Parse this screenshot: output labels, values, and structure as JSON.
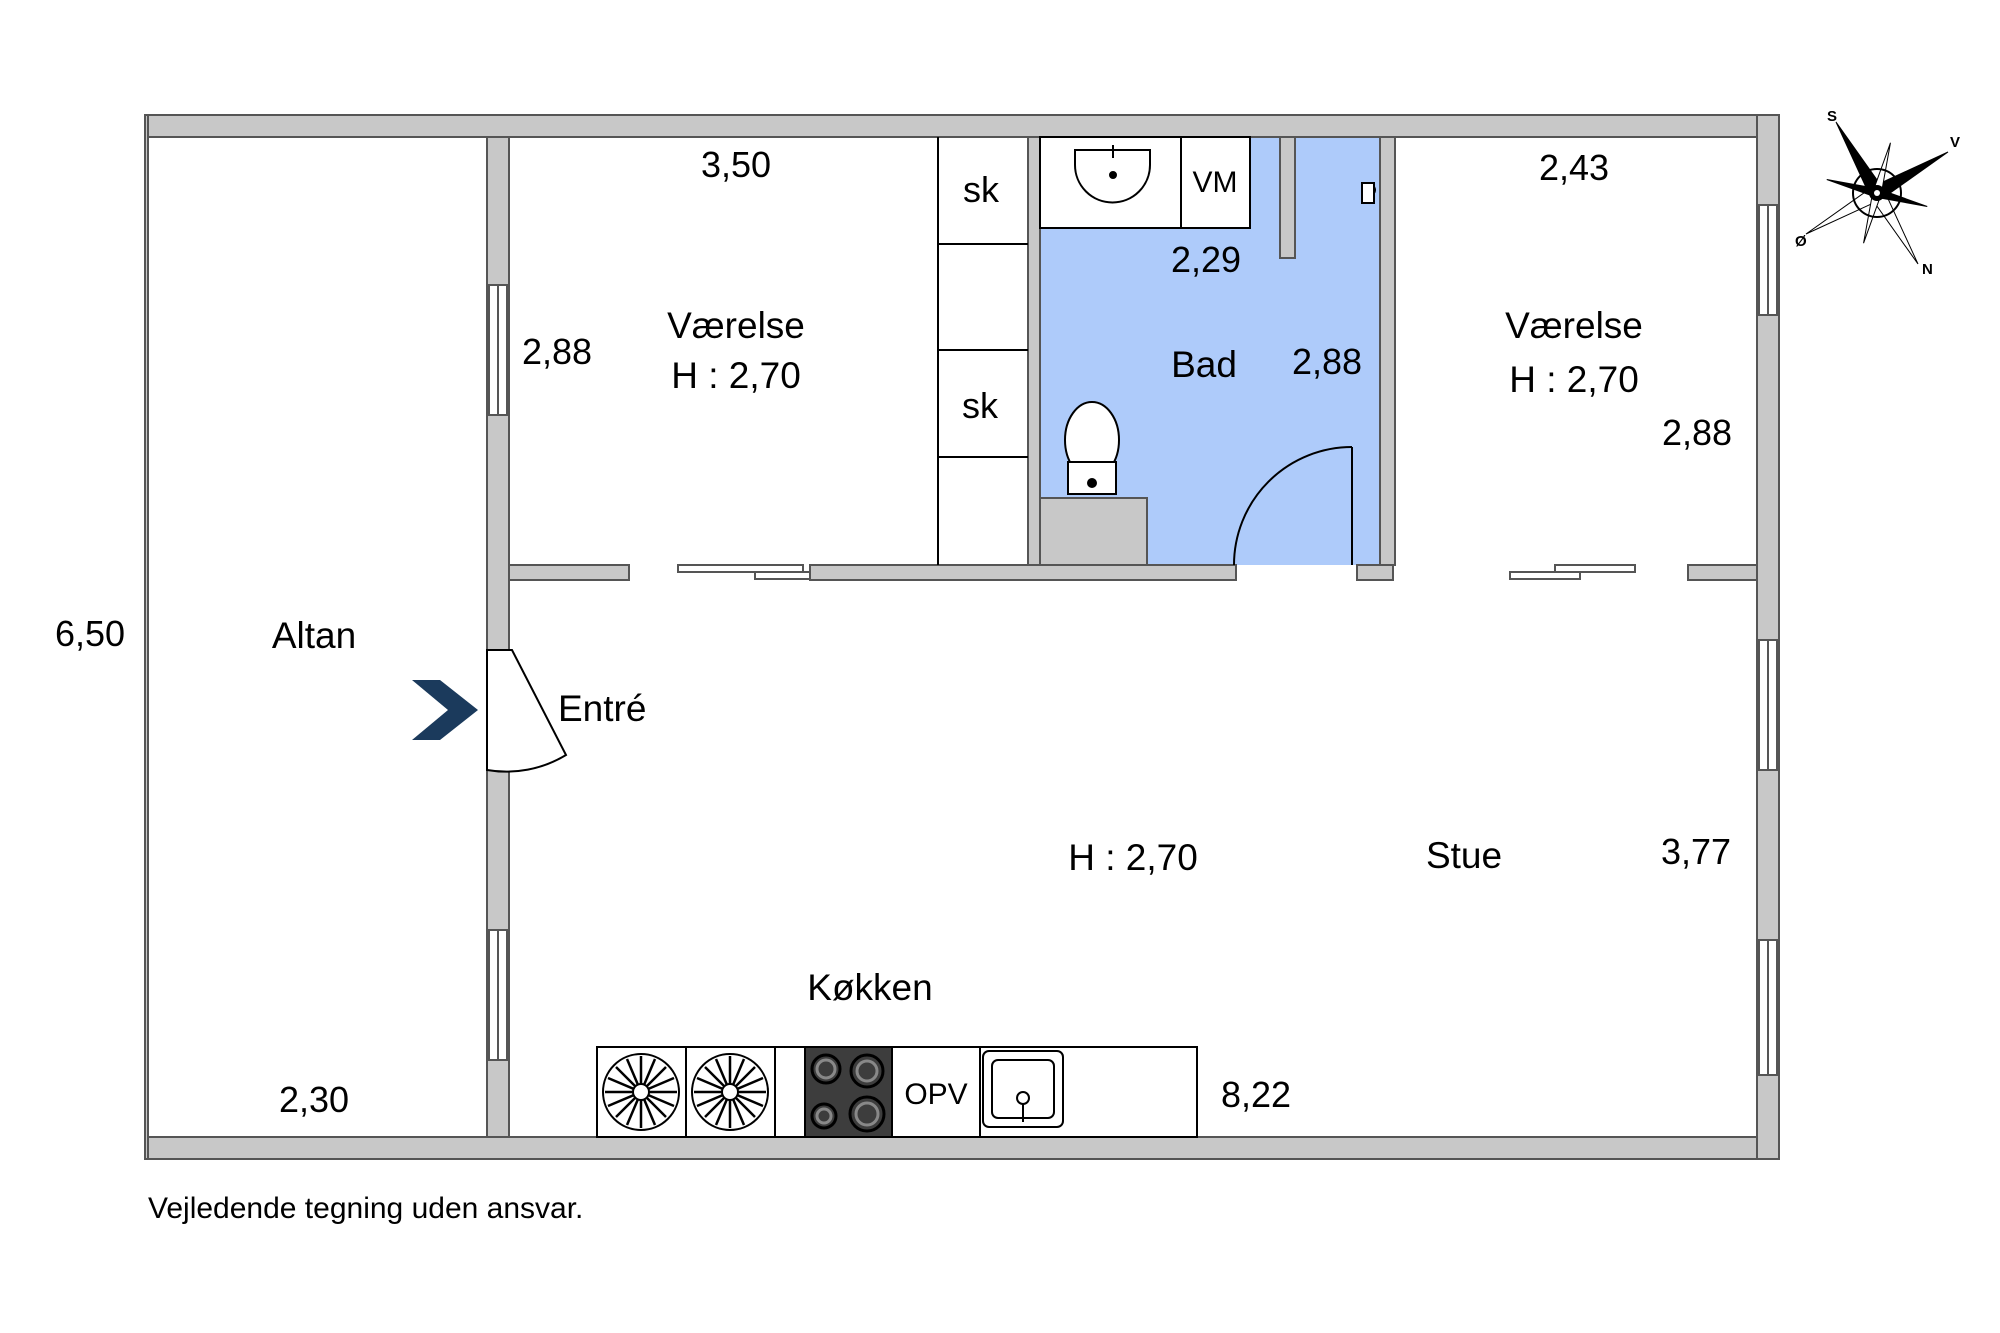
{
  "rooms": {
    "altan": "Altan",
    "vaerelse_left": "Værelse",
    "vaerelse_left_height": "H : 2,70",
    "bad": "Bad",
    "vaerelse_right": "Værelse",
    "vaerelse_right_height": "H : 2,70",
    "entre": "Entré",
    "stue": "Stue",
    "stue_height": "H : 2,70",
    "kokken": "Køkken"
  },
  "dimensions": {
    "altan_height": "6,50",
    "altan_width": "2,30",
    "vaerelse_left_width": "3,50",
    "vaerelse_left_depth": "2,88",
    "bad_width": "2,29",
    "bad_depth": "2,88",
    "vaerelse_right_width": "2,43",
    "vaerelse_right_depth": "2,88",
    "stue_depth": "3,77",
    "stue_width": "8,22"
  },
  "fixtures": {
    "closet_1": "sk",
    "closet_2": "sk",
    "washing_machine": "VM",
    "dishwasher": "OPV"
  },
  "compass": {
    "s": "S",
    "v": "V",
    "o": "Ø",
    "n": "N"
  },
  "footer": {
    "disclaimer": "Vejledende tegning uden ansvar."
  },
  "colors": {
    "wall": "#c8c8c8",
    "wall_outline": "#555555",
    "bathroom": "#aecbfa",
    "entrance_arrow": "#1b3a5c",
    "hob": "#3d3d3d"
  }
}
